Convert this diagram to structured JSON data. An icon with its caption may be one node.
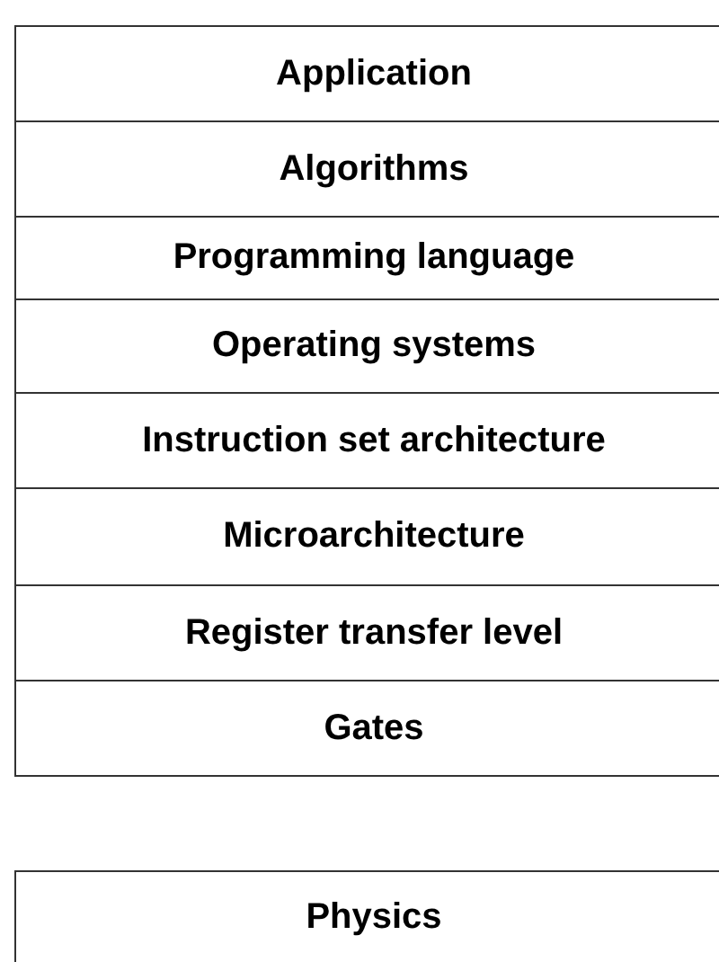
{
  "diagram": {
    "nodes": [
      {
        "text": [
          "Application"
        ]
      },
      {
        "text": [
          "Algorithms"
        ]
      },
      {
        "text": [
          "Programming language"
        ]
      },
      {
        "text": [
          "Operating systems"
        ]
      },
      {
        "text": [
          "Instruction set architecture"
        ]
      },
      {
        "text": [
          "Microarchitecture"
        ]
      },
      {
        "text": [
          "Register transfer level"
        ]
      },
      {
        "text": [
          "Gates"
        ]
      },
      {
        "text": [
          "Physics"
        ]
      }
    ]
  }
}
